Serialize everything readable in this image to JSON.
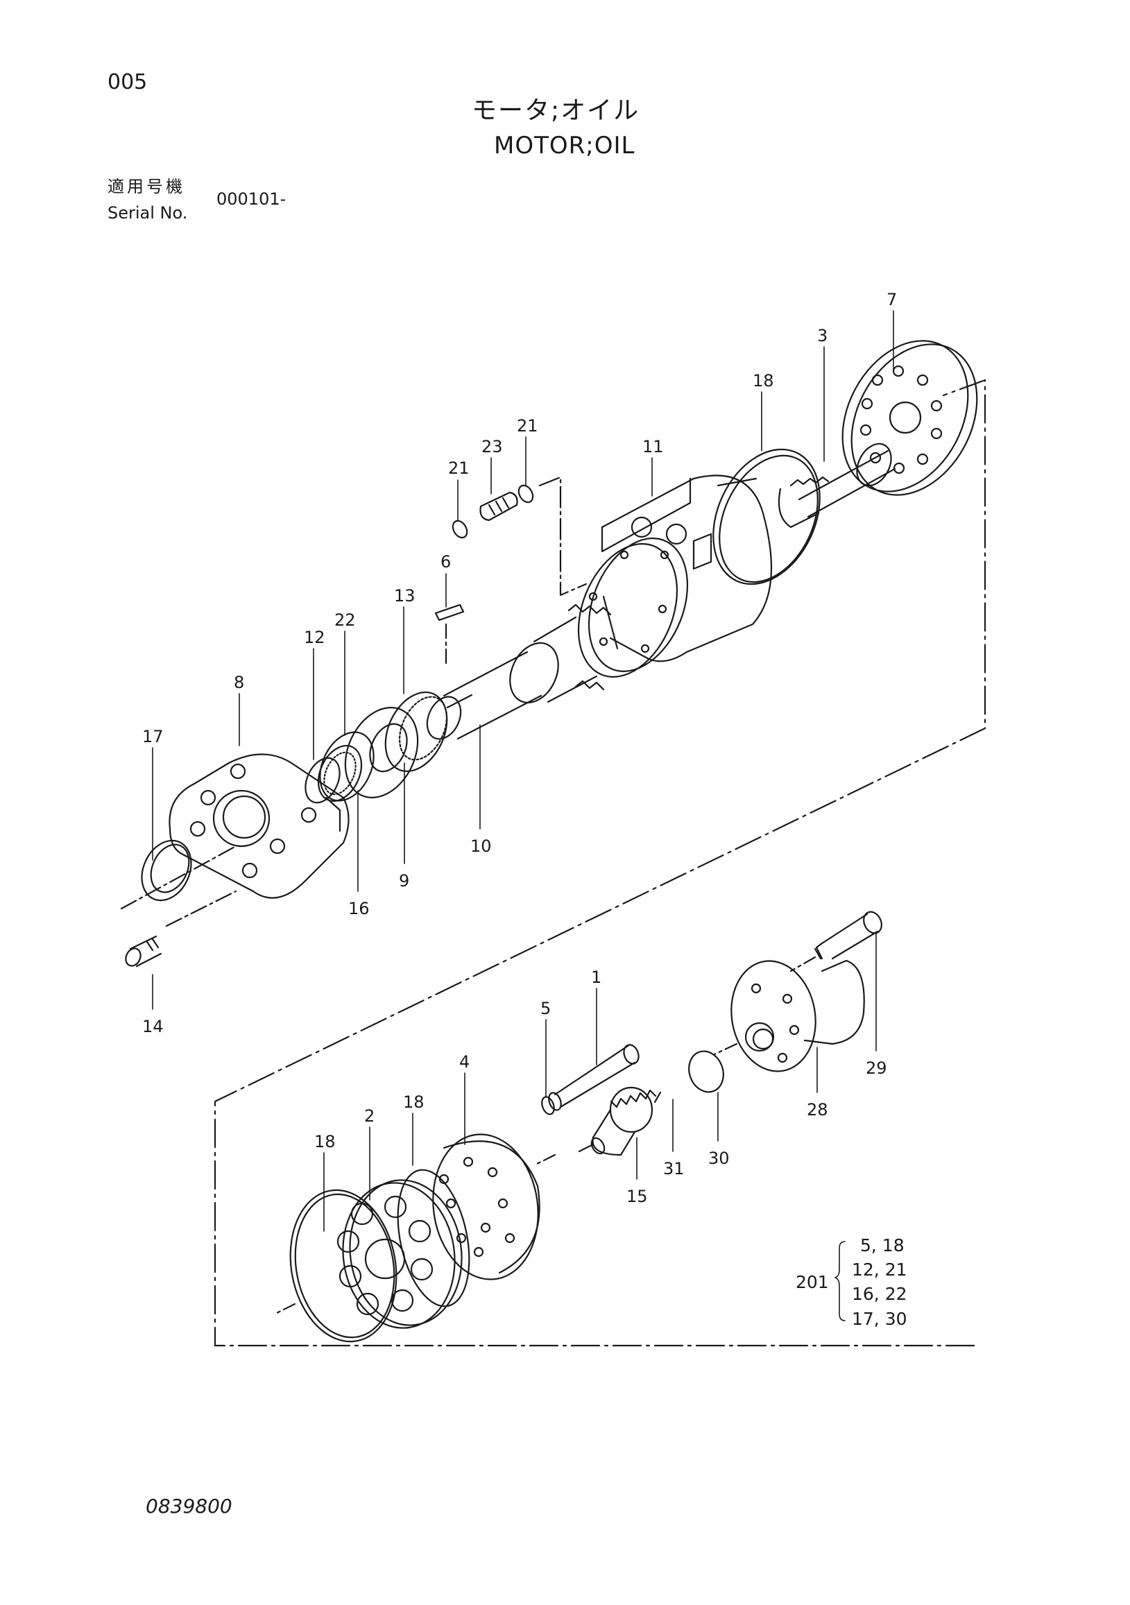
{
  "header": {
    "page_number": "005",
    "title_jp": "モータ;オイル",
    "title_en": "MOTOR;OIL",
    "serial_label_jp": "適用号機",
    "serial_label_en": "Serial No.",
    "serial_value": "000101-"
  },
  "callouts": [
    {
      "id": "c7",
      "label": "7"
    },
    {
      "id": "c3",
      "label": "3"
    },
    {
      "id": "c18a",
      "label": "18"
    },
    {
      "id": "c21a",
      "label": "21"
    },
    {
      "id": "c23",
      "label": "23"
    },
    {
      "id": "c21b",
      "label": "21"
    },
    {
      "id": "c11",
      "label": "11"
    },
    {
      "id": "c6",
      "label": "6"
    },
    {
      "id": "c13",
      "label": "13"
    },
    {
      "id": "c22",
      "label": "22"
    },
    {
      "id": "c12",
      "label": "12"
    },
    {
      "id": "c8",
      "label": "8"
    },
    {
      "id": "c17",
      "label": "17"
    },
    {
      "id": "c10",
      "label": "10"
    },
    {
      "id": "c9",
      "label": "9"
    },
    {
      "id": "c16",
      "label": "16"
    },
    {
      "id": "c14",
      "label": "14"
    },
    {
      "id": "c1",
      "label": "1"
    },
    {
      "id": "c5",
      "label": "5"
    },
    {
      "id": "c29",
      "label": "29"
    },
    {
      "id": "c28",
      "label": "28"
    },
    {
      "id": "c4",
      "label": "4"
    },
    {
      "id": "c18b",
      "label": "18"
    },
    {
      "id": "c2",
      "label": "2"
    },
    {
      "id": "c18c",
      "label": "18"
    },
    {
      "id": "c31",
      "label": "31"
    },
    {
      "id": "c30",
      "label": "30"
    },
    {
      "id": "c15",
      "label": "15"
    }
  ],
  "kit": {
    "number": "201",
    "items": [
      "5, 18",
      "12, 21",
      "16, 22",
      "17, 30"
    ]
  },
  "footer": {
    "drawing_number": "0839800"
  }
}
